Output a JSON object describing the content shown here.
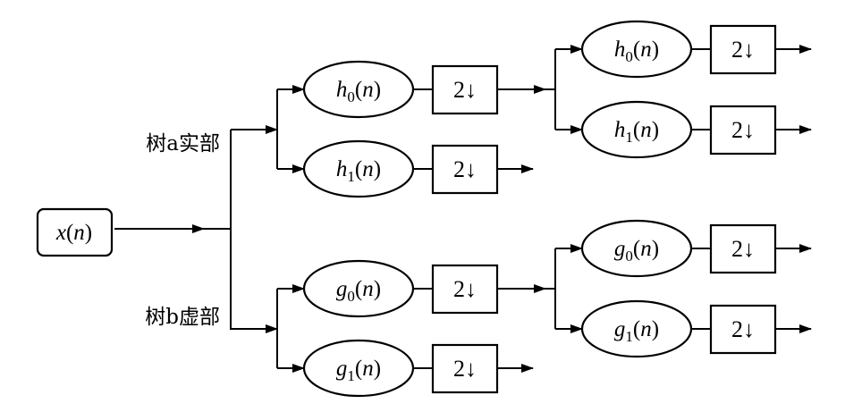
{
  "diagram": {
    "title": "Dual-tree complex wavelet filter bank",
    "input": {
      "label": "x(n)",
      "var": "x",
      "arg": "n"
    },
    "trees": [
      {
        "label": "树a实部",
        "name": "tree-a-real"
      },
      {
        "label": "树b虚部",
        "name": "tree-b-imag"
      }
    ],
    "filters": {
      "h0": {
        "base": "h",
        "sub": "0",
        "arg": "n"
      },
      "h1": {
        "base": "h",
        "sub": "1",
        "arg": "n"
      },
      "g0": {
        "base": "g",
        "sub": "0",
        "arg": "n"
      },
      "g1": {
        "base": "g",
        "sub": "1",
        "arg": "n"
      }
    },
    "downsample_label": "2↓",
    "stages": 2
  }
}
